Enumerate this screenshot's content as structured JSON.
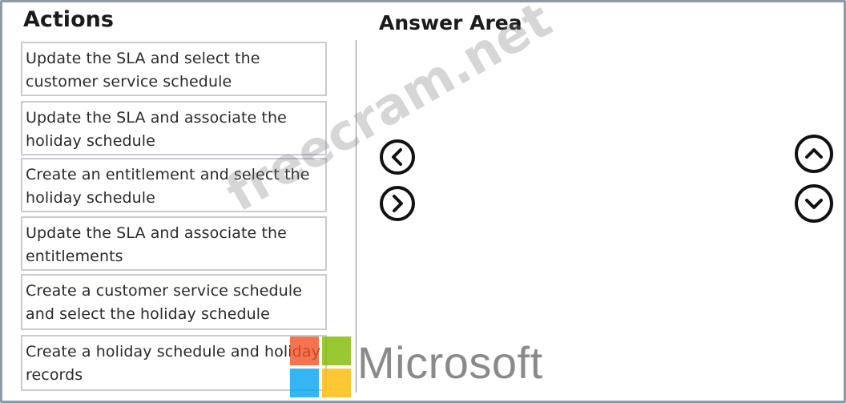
{
  "actions": {
    "heading": "Actions",
    "items": [
      {
        "label": "Update the SLA and select the customer service schedule"
      },
      {
        "label": "Update the SLA and associate the holiday schedule"
      },
      {
        "label": "Create an entitlement and select the holiday schedule"
      },
      {
        "label": "Update the SLA and associate the entitlements"
      },
      {
        "label": "Create a customer service schedule and select the holiday schedule"
      },
      {
        "label": "Create a holiday schedule and holiday records"
      }
    ]
  },
  "answer_area": {
    "heading": "Answer Area"
  },
  "controls": {
    "move_left_icon": "chevron-left-circle",
    "move_right_icon": "chevron-right-circle",
    "move_up_icon": "chevron-up-circle",
    "move_down_icon": "chevron-down-circle"
  },
  "watermark": {
    "text": "freecram.net"
  },
  "logo": {
    "text": "Microsoft",
    "colors": [
      "#f25022",
      "#7fba00",
      "#00a4ef",
      "#ffb900"
    ]
  }
}
